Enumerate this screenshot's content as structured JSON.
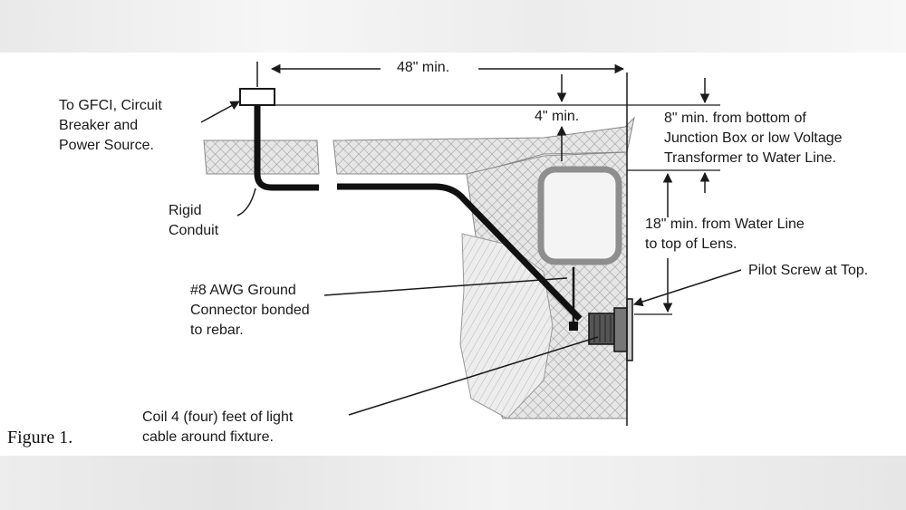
{
  "labels": {
    "width_min": "48\" min.",
    "gfci": "To GFCI, Circuit\nBreaker and\nPower Source.",
    "conduit": "Rigid\nConduit",
    "four_min": "4\" min.",
    "eight_min": "8\" min. from bottom of\nJunction Box or low Voltage\nTransformer to Water Line.",
    "eighteen_min": "18\" min. from Water Line\nto top of Lens.",
    "pilot_screw": "Pilot Screw at Top.",
    "ground": "#8 AWG Ground\nConnector bonded\nto rebar.",
    "coil": "Coil 4 (four) feet of light\ncable around fixture.",
    "figure": "Figure 1."
  },
  "colors": {
    "line": "#1a1a1a",
    "hatch": "#9a9a9a",
    "concrete": "#e2e2e2",
    "box": "#8e8e8e"
  }
}
